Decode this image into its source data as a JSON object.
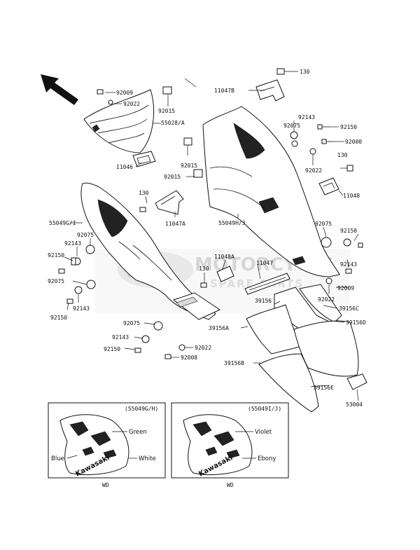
{
  "parts": {
    "p130_top": "130",
    "p11047B": "11047B",
    "p92143_r1": "92143",
    "p92075_r1": "92075",
    "p92150_r1": "92150",
    "p92000": "92000",
    "p92022_r1": "92022",
    "p130_r": "130",
    "p11048": "11048",
    "p92009_t": "92009",
    "p92022_t": "92022",
    "p55028A": "55028/A",
    "p92015_a": "92015",
    "p11046": "11046",
    "p92015_b": "92015",
    "p92015_c": "92015",
    "p130_m": "130",
    "p11047A": "11047A",
    "p55049GI": "55049G/I",
    "p92075_l": "92075",
    "p92143_l1": "92143",
    "p92150_l1": "92150",
    "p92075_l2": "92075",
    "p92143_l2": "92143",
    "p92150_l2": "92150",
    "p55049HJ": "55049H/J",
    "p92075_r2": "92075",
    "p92150_r2": "92150",
    "p92143_r2": "92143",
    "p92009_r": "92009",
    "p11048A": "11048A",
    "p11047": "11047",
    "p130_l": "130",
    "p92022_r2": "92022",
    "p39156": "39156",
    "p39156C": "39156C",
    "p39156D": "39156D",
    "p39156A": "39156A",
    "p92075_b": "92075",
    "p92143_b": "92143",
    "p92150_b": "92150",
    "p92022_b": "92022",
    "p92008": "92008",
    "p39156B": "39156B",
    "p39156E": "39156E",
    "p53004": "53004"
  },
  "watermark": {
    "logo": "MSP",
    "title": "MOTORCYCLE",
    "subtitle": "SPARE PARTS"
  },
  "insets": [
    {
      "code": "(55049G/H)",
      "colors": [
        "Green",
        "Blue",
        "White"
      ],
      "brand": "Kawasaki",
      "footer": "WD"
    },
    {
      "code": "(55049I/J)",
      "colors": [
        "Violet",
        "Ebony"
      ],
      "brand": "Kawasaki",
      "footer": "WD"
    }
  ]
}
